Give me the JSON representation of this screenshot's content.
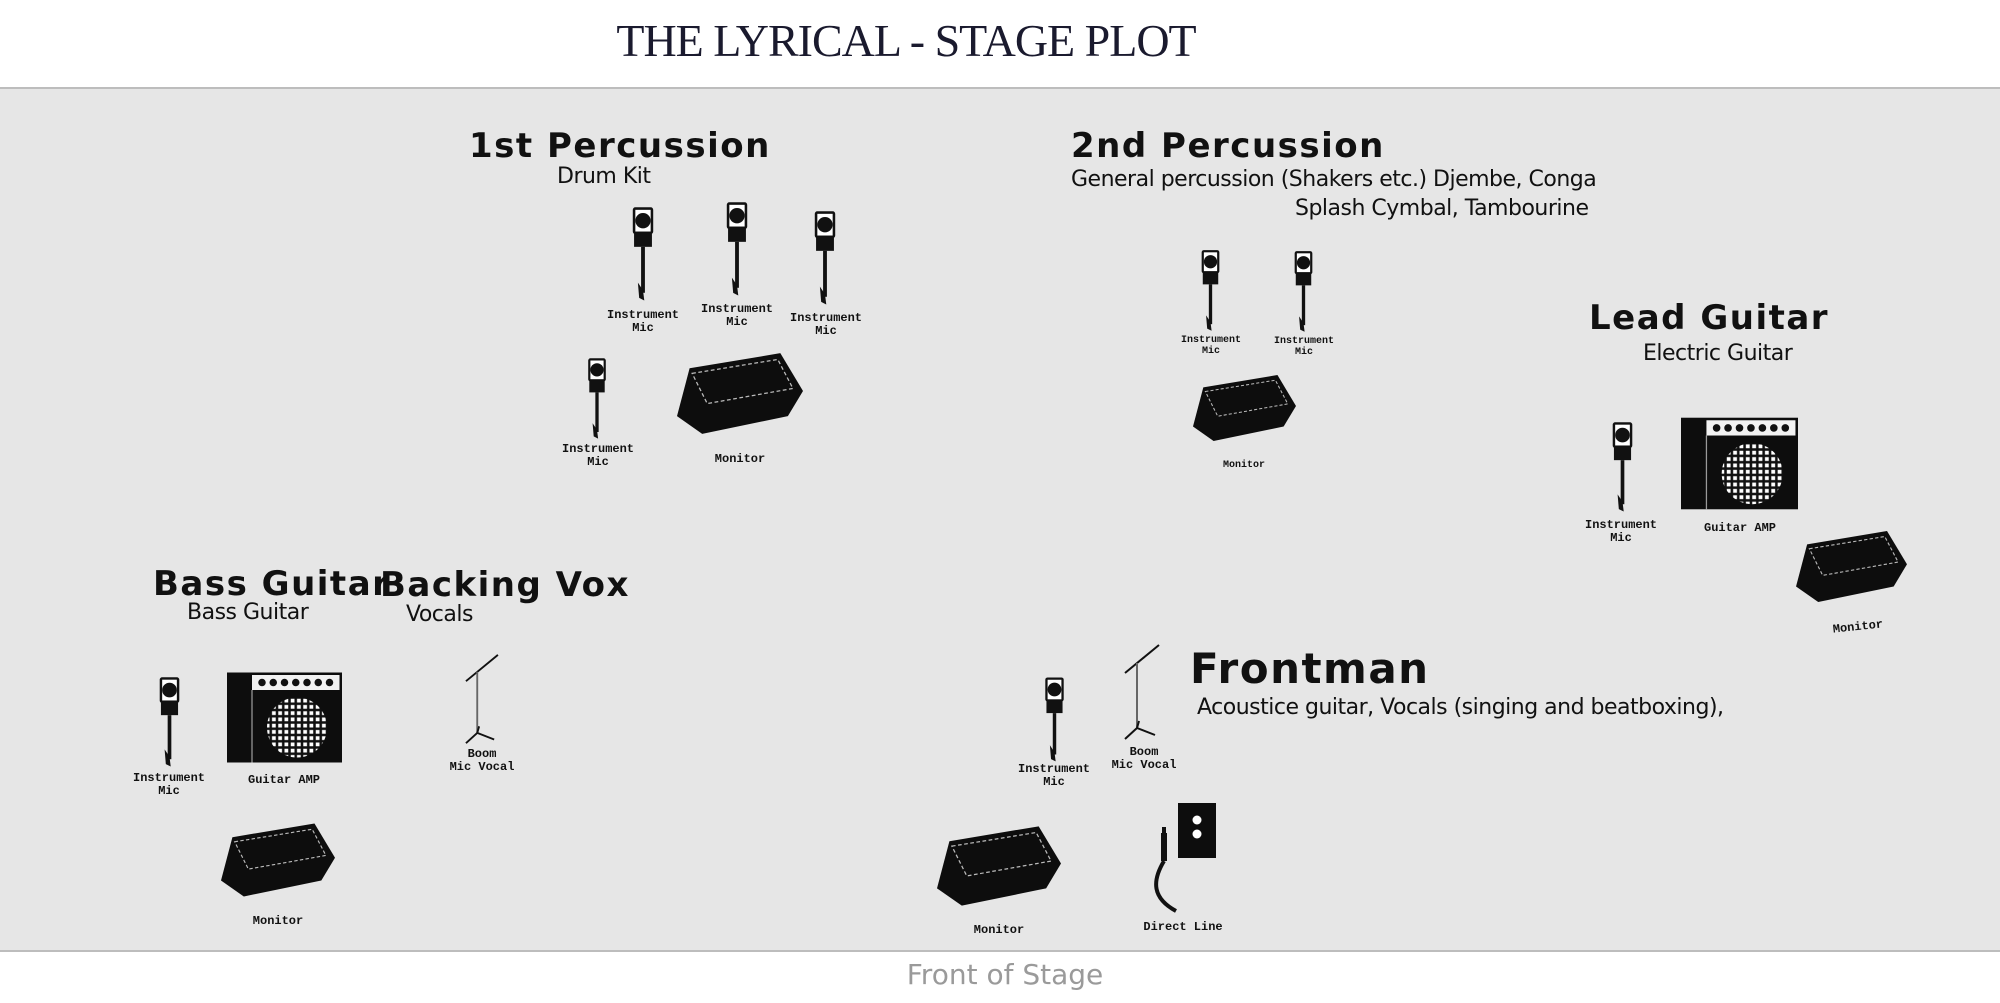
{
  "title": "THE LYRICAL - STAGE PLOT",
  "footer": "Front of Stage",
  "groups": {
    "perc1": {
      "title": "1st Percussion",
      "subtitle": "Drum Kit",
      "labels": {
        "mic": "Instrument\nMic",
        "monitor": "Monitor"
      }
    },
    "perc2": {
      "title": "2nd Percussion",
      "subtitle1": "General percussion (Shakers etc.) Djembe, Conga",
      "subtitle2": "Splash Cymbal, Tambourine",
      "labels": {
        "mic": "Instrument\nMic",
        "monitor": "Monitor"
      }
    },
    "lead": {
      "title": "Lead Guitar",
      "subtitle": "Electric Guitar",
      "labels": {
        "mic": "Instrument\nMic",
        "amp": "Guitar AMP",
        "monitor": "Monitor"
      }
    },
    "bass": {
      "title": "Bass Guitar",
      "subtitle": "Bass Guitar",
      "labels": {
        "mic": "Instrument\nMic",
        "amp": "Guitar AMP",
        "monitor": "Monitor"
      }
    },
    "vox": {
      "title": "Backing Vox",
      "subtitle": "Vocals",
      "labels": {
        "boom": "Boom\nMic Vocal"
      }
    },
    "front": {
      "title": "Frontman",
      "subtitle": "Acoustice guitar, Vocals (singing and beatboxing),",
      "labels": {
        "mic": "Instrument\nMic",
        "boom": "Boom\nMic Vocal",
        "monitor": "Monitor",
        "direct": "Direct Line"
      }
    }
  }
}
